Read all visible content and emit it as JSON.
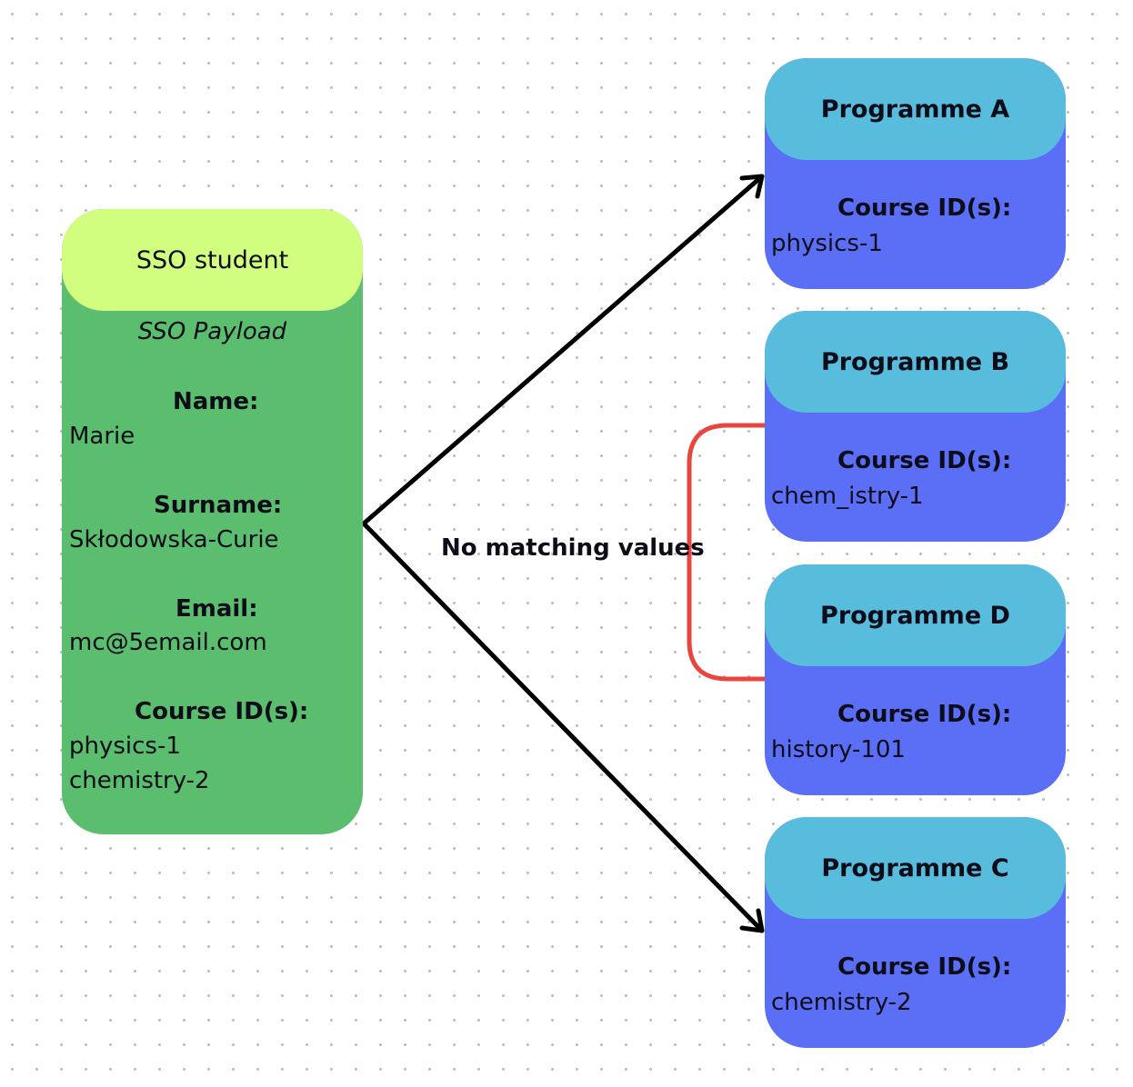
{
  "student": {
    "header": "SSO student",
    "payload_label": "SSO Payload",
    "name_label": "Name:",
    "name_value": "Marie",
    "surname_label": "Surname:",
    "surname_value": "Skłodowska-Curie",
    "email_label": "Email:",
    "email_value": "mc@5email.com",
    "course_label": "Course ID(s):",
    "course_values": [
      "physics-1",
      "chemistry-2"
    ]
  },
  "programmes": [
    {
      "title": "Programme A",
      "course_label": "Course ID(s):",
      "course_value": "physics-1"
    },
    {
      "title": "Programme B",
      "course_label": "Course ID(s):",
      "course_value": "chem_istry-1"
    },
    {
      "title": "Programme D",
      "course_label": "Course ID(s):",
      "course_value": "history-101"
    },
    {
      "title": "Programme C",
      "course_label": "Course ID(s):",
      "course_value": "chemistry-2"
    }
  ],
  "annotation": "No matching  values",
  "colors": {
    "student_body": "#5bbd6e",
    "student_header": "#d2fe80",
    "programme_body": "#5a6ff5",
    "programme_header": "#58bcdc",
    "arrow": "#000000",
    "bracket": "#e8453f"
  }
}
